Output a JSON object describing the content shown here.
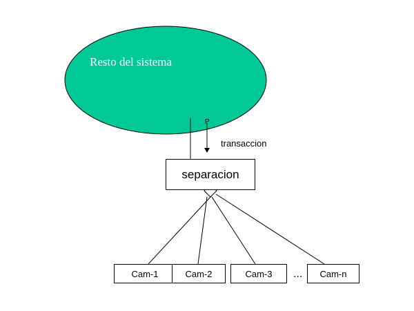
{
  "cloud": {
    "label": "Resto del sistema",
    "color": "#00c896"
  },
  "flow": {
    "p_label": "P",
    "label": "transaccion"
  },
  "separation_box": {
    "label": "separacion"
  },
  "cameras": [
    {
      "label": "Cam-1"
    },
    {
      "label": "Cam-2"
    },
    {
      "label": "Cam-3"
    },
    {
      "label": "Cam-n"
    }
  ],
  "ellipsis": "..."
}
